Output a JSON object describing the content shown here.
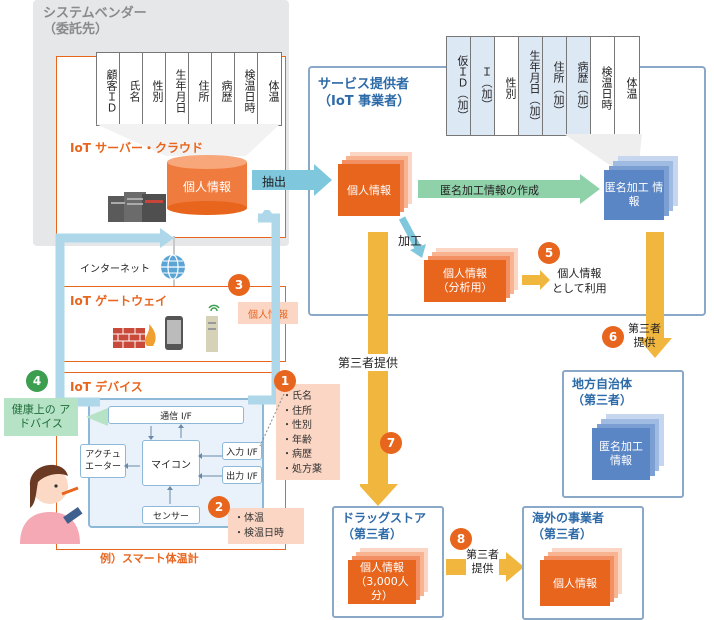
{
  "vendor": {
    "title_line1": "システムベンダー",
    "title_line2": "（委託先）",
    "data_columns": [
      "顧客ＩＤ",
      "氏名",
      "性別",
      "生年月日",
      "住所",
      "病歴",
      "検温日時",
      "体温"
    ],
    "cloud_label": "IoT サーバー・クラウド",
    "db_label": "個人情報",
    "internet_label": "インターネット",
    "gateway_label": "IoT ゲートウェイ",
    "gateway_note": "個人情報",
    "device_label": "IoT デバイス",
    "comm_if": "通信 I/F",
    "actuator": "アクチュエーター",
    "micom": "マイコン",
    "input_if": "入力 I/F",
    "output_if": "出力 I/F",
    "sensor": "センサー",
    "example_caption": "例）スマート体温計"
  },
  "health_advice": "健康上の アドバイス",
  "input_items": [
    "・氏名",
    "・住所",
    "・性別",
    "・年齢",
    "・病歴",
    "・処方薬"
  ],
  "sensor_items": [
    "・体温",
    "・検温日時"
  ],
  "provider": {
    "title_line1": "サービス提供者",
    "title_line2": "（IoT 事業者）",
    "columns": [
      "仮ＩＤ（加）",
      "Ｉ（加）",
      "性別",
      "生年月日（加）",
      "住所（加）",
      "病歴（加）",
      "検温日時",
      "体温"
    ],
    "personal_info": "個人情報",
    "anon_create_label": "匿名加工情報の作成",
    "anon_info": "匿名加工 情報",
    "kakou": "加工",
    "analysis_line1": "個人情報",
    "analysis_line2": "（分析用）",
    "use_label_line1": "個人情報",
    "use_label_line2": "として利用"
  },
  "extract_label": "抽出",
  "third_party_provision": "第三者提供",
  "third_party_6_line1": "第三者",
  "third_party_6_line2": "提供",
  "third_party_8_line1": "第三者",
  "third_party_8_line2": "提供",
  "local_gov": {
    "title_line1": "地方自治体",
    "title_line2": "（第三者）",
    "content": "匿名加工 情報"
  },
  "drugstore": {
    "title_line1": "ドラッグストア",
    "title_line2": "（第三者）",
    "content_line1": "個人情報",
    "content_line2": "（3,000人分）"
  },
  "overseas": {
    "title_line1": "海外の事業者",
    "title_line2": "（第三者）",
    "content": "個人情報"
  },
  "badges": [
    "1",
    "2",
    "3",
    "4",
    "5",
    "6",
    "7",
    "8"
  ],
  "colors": {
    "orange": "#e8651e",
    "orange_light": "#fbd6c4",
    "blue_box": "#5b86c5",
    "blue_light": "#e9f1fa",
    "gold_arrow": "#f0b63e",
    "teal_arrow": "#7ec7dc",
    "green_arrow": "#8fd1a8",
    "green_badge": "#3c9e4f",
    "vendor_bg": "#e6e7e9"
  }
}
